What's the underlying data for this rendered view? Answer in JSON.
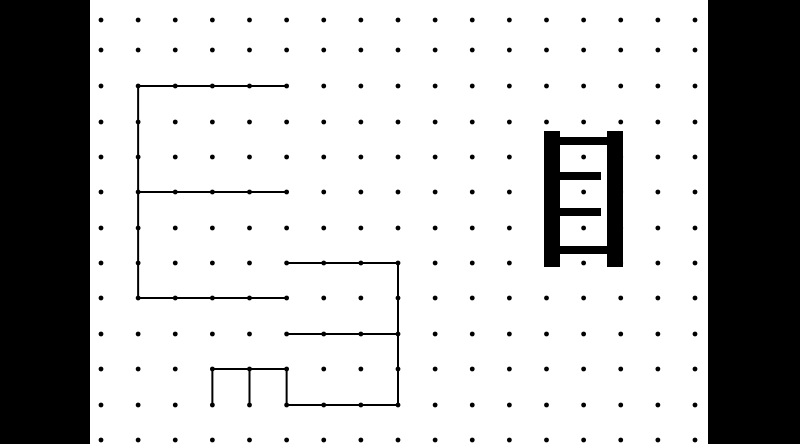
{
  "colors": {
    "outer_background": "#000000",
    "canvas_background": "#ffffff",
    "ink": "#000000"
  },
  "puzzle": {
    "grid": {
      "columns": 17,
      "rows": 13
    },
    "line_segments": [
      [
        [
          1,
          2
        ],
        [
          5,
          2
        ]
      ],
      [
        [
          1,
          2
        ],
        [
          1,
          8
        ]
      ],
      [
        [
          1,
          5
        ],
        [
          5,
          5
        ]
      ],
      [
        [
          1,
          8
        ],
        [
          5,
          8
        ]
      ],
      [
        [
          5,
          7
        ],
        [
          8,
          7
        ]
      ],
      [
        [
          8,
          7
        ],
        [
          8,
          11
        ]
      ],
      [
        [
          5,
          9
        ],
        [
          8,
          9
        ]
      ],
      [
        [
          5,
          11
        ],
        [
          8,
          11
        ]
      ],
      [
        [
          5,
          10
        ],
        [
          5,
          11
        ]
      ],
      [
        [
          3,
          10
        ],
        [
          5,
          10
        ]
      ],
      [
        [
          3,
          10
        ],
        [
          3,
          11
        ]
      ],
      [
        [
          4,
          10
        ],
        [
          4,
          11
        ]
      ]
    ],
    "reference_glyph": {
      "icon": "ladder-glyph-icon"
    }
  }
}
